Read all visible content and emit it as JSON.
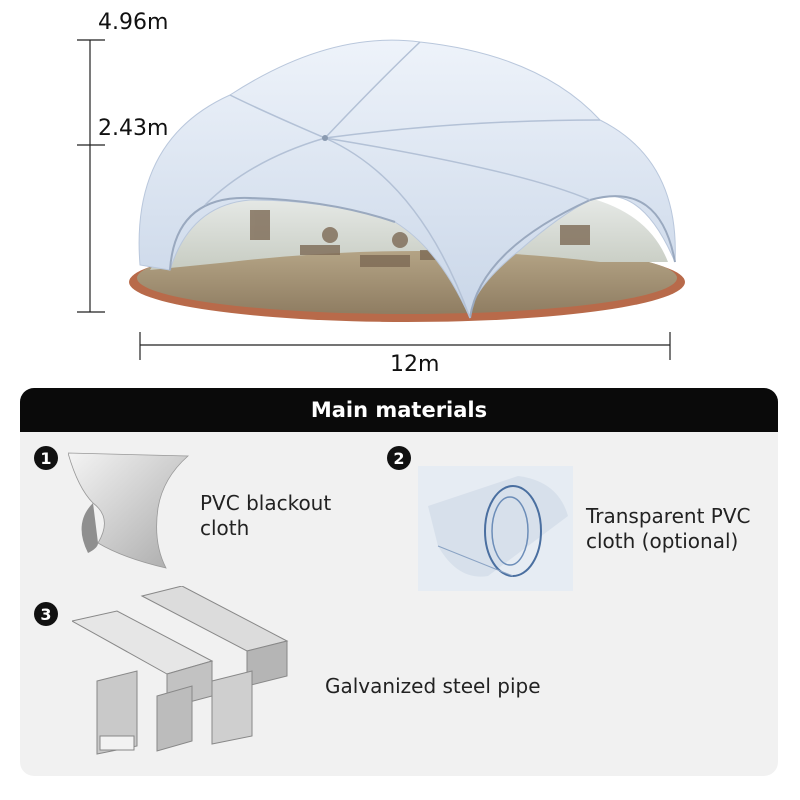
{
  "dimensions": {
    "height_total": "4.96m",
    "height_wall": "2.43m",
    "width": "12m"
  },
  "materials": {
    "title": "Main materials",
    "items": [
      {
        "number": "1",
        "label_line1": "PVC blackout",
        "label_line2": "cloth",
        "icon": "pvc-blackout-cloth-icon"
      },
      {
        "number": "2",
        "label_line1": "Transparent PVC",
        "label_line2": "cloth (optional)",
        "icon": "transparent-pvc-roll-icon"
      },
      {
        "number": "3",
        "label_line1": "Galvanized steel pipe",
        "icon": "steel-pipe-icon"
      }
    ]
  },
  "colors": {
    "tent_fabric": "#dfe8f4",
    "header_bg": "#0a0a0a",
    "panel_bg": "#f1f1f1",
    "brick": "#b86a4a"
  }
}
